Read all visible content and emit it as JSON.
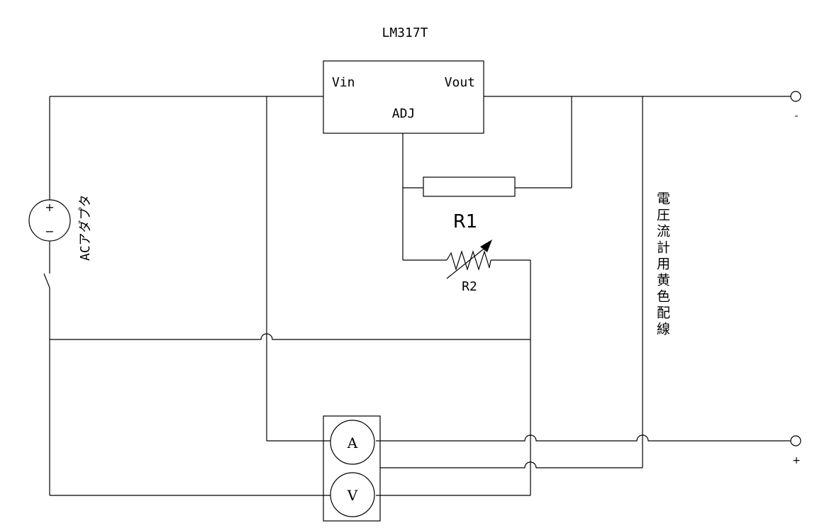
{
  "regulator": {
    "name": "LM317T",
    "pin_vin": "Vin",
    "pin_vout": "Vout",
    "pin_adj": "ADJ"
  },
  "adapter": {
    "label": "ACアダプタ",
    "plus": "+",
    "minus": "−"
  },
  "resistors": {
    "r1": "R1",
    "r2": "R2"
  },
  "meter": {
    "ammeter": "A",
    "voltmeter": "V"
  },
  "wiring_note": "電圧流計用黄色配線",
  "terminals": {
    "top": "-",
    "bottom": "+"
  }
}
